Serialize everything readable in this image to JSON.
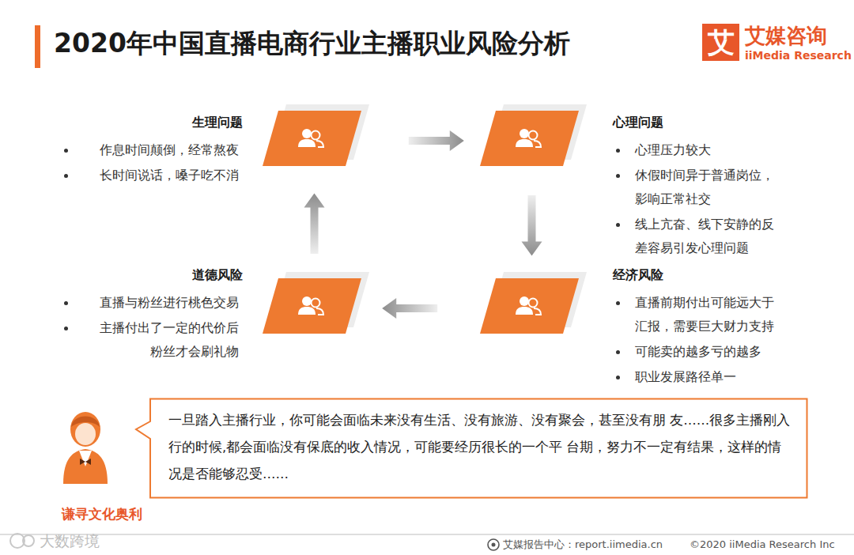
{
  "diagram": {
    "title": "2020年中国直播电商行业主播职业风险分析",
    "nodes": [
      {
        "text": [
          "生理问题",
          "作息时间颠倒，经常熬夜",
          "长时间说话，嗓子吃不消"
        ]
      },
      {
        "text": [
          "心理问题",
          "心理压力较大",
          "休假时间异于普通岗位， 影响正常社交",
          "线上亢奋、线下安静的反 差容易引发心理问题"
        ]
      },
      {
        "text": [
          "道德风险",
          "直播与粉丝进行桃色交易",
          "主播付出了一定的代价后 粉丝才会刷礼物"
        ]
      },
      {
        "text": [
          "经济风险",
          "直播前期付出可能远大于 汇报，需要巨大财力支持",
          "可能卖的越多亏的越多",
          "职业发展路径单一"
        ]
      },
      {
        "text": [
          "一旦踏入主播行业，你可能会面临未来没有生活、没有旅游、没有聚会，甚至没有朋 友……很多主播刚入行的时候,都会面临没有保底的收入情况，可能要经历很长的一个平 台期，努力不一定有结果，这样的情况是否能够忍受……"
        ]
      }
    ],
    "edges": [
      {
        "from": 0,
        "to": 1,
        "arrow": "to"
      },
      {
        "from": 1,
        "to": 3,
        "arrow": "to"
      },
      {
        "from": 3,
        "to": 2,
        "arrow": "to"
      },
      {
        "from": 2,
        "to": 0,
        "arrow": "to"
      }
    ],
    "labels": [
      "艾",
      "艾媒咨询",
      "iiMedia Research",
      "谦寻文化奥利",
      "艾媒报告中心：report.iimedia.cn",
      "©2020 iiMedia Research Inc",
      "大数跨境"
    ]
  }
}
